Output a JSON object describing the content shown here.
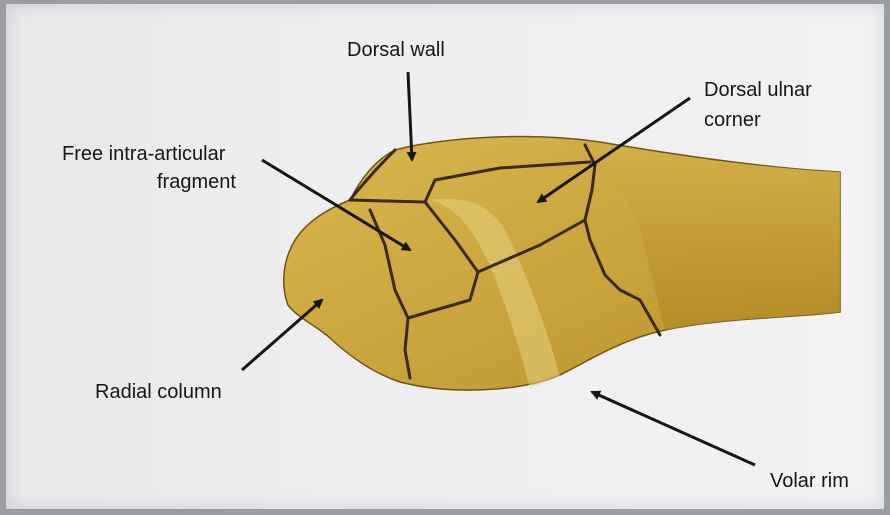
{
  "labels": {
    "dorsal_wall": "Dorsal wall",
    "dorsal_ulnar_line1": "Dorsal ulnar",
    "dorsal_ulnar_line2": "corner",
    "free_fragment_line1": "Free intra-articular",
    "free_fragment_line2": "fragment",
    "radial_column": "Radial column",
    "volar_rim": "Volar rim"
  },
  "colors": {
    "bone": "#c9a43a",
    "bone_light": "#d8ba5a",
    "bone_dark": "#a9862a",
    "fracture_line": "#3a2a12",
    "text": "#161616",
    "paper": "#efeff1"
  }
}
